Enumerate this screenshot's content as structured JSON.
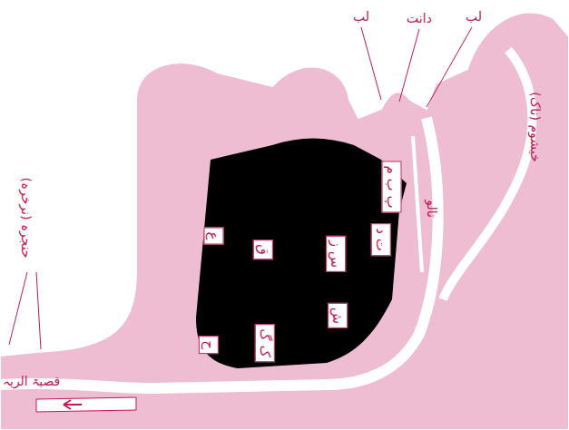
{
  "diagram": {
    "labels": [
      "لب",
      "دانت",
      "لب",
      "خیشوم (ناک)",
      "حنجرہ (نرخرہ)",
      "قصبۃ الریہ",
      "تالو",
      "پ ب م",
      "ت د",
      "س ز",
      "ش",
      "ک گ",
      "ق",
      "ح",
      "ع"
    ]
  }
}
